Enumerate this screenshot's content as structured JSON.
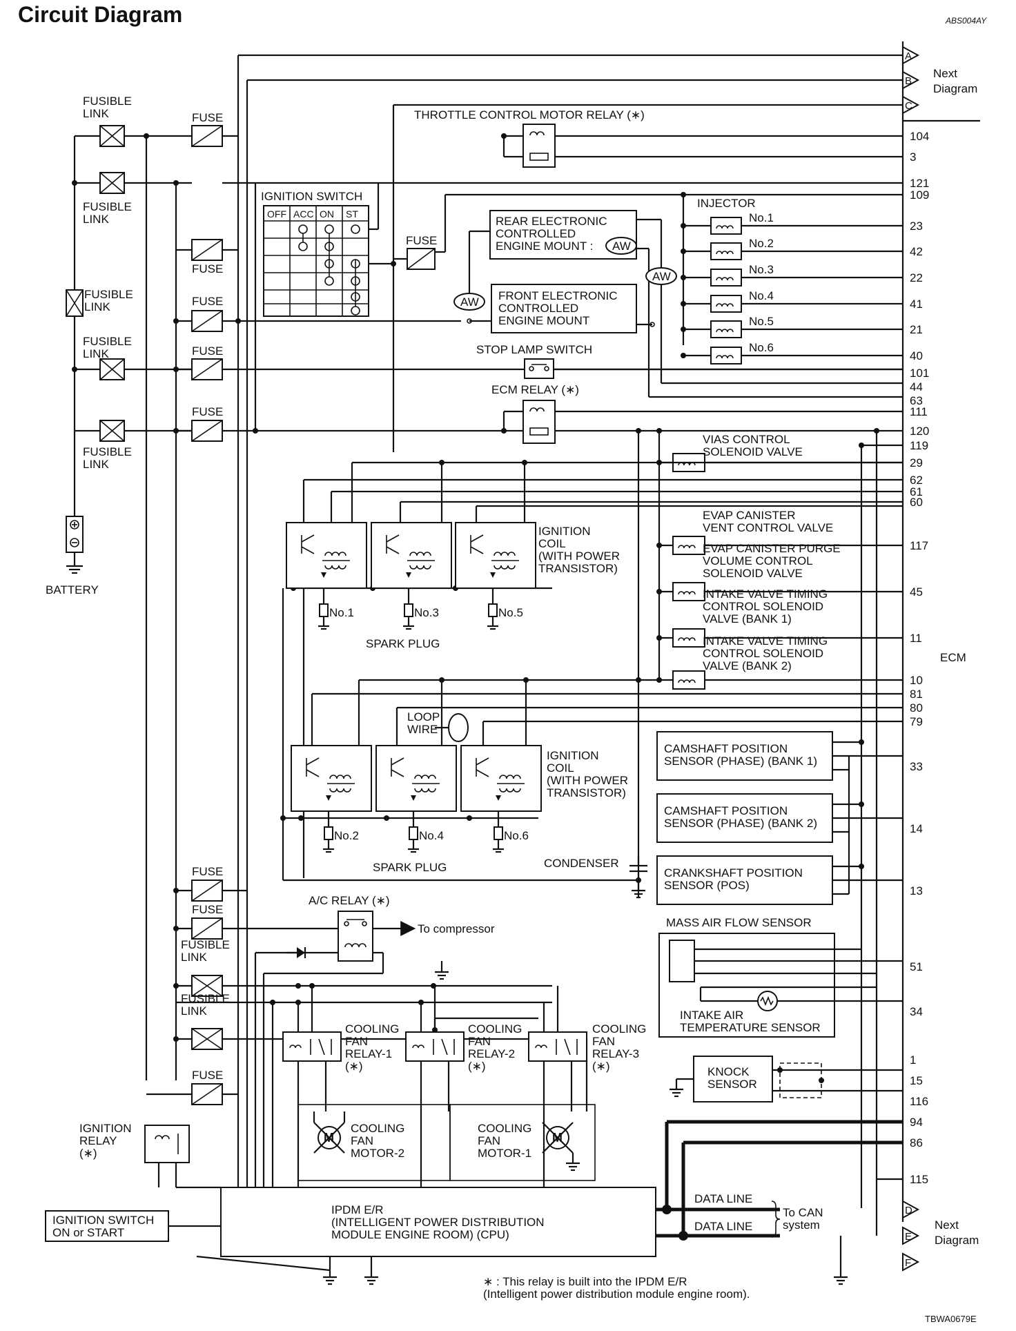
{
  "title": "Circuit Diagram",
  "doc_code": "ABS004AY",
  "fig_code": "TBWA0679E",
  "ecm_label": "ECM",
  "next_diagram": "Next\nDiagram",
  "connectors_top": [
    "A",
    "B",
    "C"
  ],
  "connectors_bottom": [
    "D",
    "E",
    "F"
  ],
  "ecm_pins": [
    "104",
    "3",
    "121",
    "109",
    "23",
    "42",
    "22",
    "41",
    "21",
    "40",
    "101",
    "44",
    "63",
    "111",
    "120",
    "119",
    "29",
    "62",
    "61",
    "60",
    "117",
    "45",
    "11",
    "10",
    "81",
    "80",
    "79",
    "33",
    "14",
    "13",
    "51",
    "34",
    "1",
    "15",
    "116",
    "94",
    "86",
    "115"
  ],
  "labels": {
    "fusible_link": "FUSIBLE\nLINK",
    "fuse": "FUSE",
    "battery": "BATTERY",
    "throttle_relay": "THROTTLE CONTROL MOTOR RELAY (∗)",
    "ignition_switch": "IGNITION SWITCH",
    "sw_positions": [
      "OFF",
      "ACC",
      "ON",
      "ST"
    ],
    "rear_mount": "REAR ELECTRONIC\nCONTROLLED\nENGINE MOUNT :",
    "front_mount": "FRONT ELECTRONIC\nCONTROLLED\nENGINE MOUNT",
    "aw": "AW",
    "injector": "INJECTOR",
    "injector_nos": [
      "No.1",
      "No.2",
      "No.3",
      "No.4",
      "No.5",
      "No.6"
    ],
    "stop_lamp": "STOP LAMP SWITCH",
    "ecm_relay": "ECM RELAY (∗)",
    "vias": "VIAS CONTROL\nSOLENOID VALVE",
    "evap_vent": "EVAP CANISTER\nVENT CONTROL VALVE",
    "evap_purge": "EVAP CANISTER PURGE\nVOLUME CONTROL\nSOLENOID VALVE",
    "ivt_b1": "INTAKE VALVE TIMING\nCONTROL SOLENOID\nVALVE (BANK 1)",
    "ivt_b2": "INTAKE VALVE TIMING\nCONTROL SOLENOID\nVALVE (BANK 2)",
    "ign_coil": "IGNITION\nCOIL\n(WITH POWER\nTRANSISTOR)",
    "spark_plug": "SPARK PLUG",
    "plugs_top": [
      "No.1",
      "No.3",
      "No.5"
    ],
    "plugs_bot": [
      "No.2",
      "No.4",
      "No.6"
    ],
    "loop_wire": "LOOP\nWIRE",
    "condenser": "CONDENSER",
    "cmp_b1": "CAMSHAFT POSITION\nSENSOR (PHASE) (BANK 1)",
    "cmp_b2": "CAMSHAFT POSITION\nSENSOR (PHASE) (BANK 2)",
    "ckp": "CRANKSHAFT POSITION\nSENSOR (POS)",
    "maf": "MASS AIR FLOW SENSOR",
    "iat": "INTAKE AIR\nTEMPERATURE SENSOR",
    "knock": "KNOCK\nSENSOR",
    "ac_relay": "A/C RELAY (∗)",
    "to_compressor": "To compressor",
    "fan_relay_1": "COOLING\nFAN\nRELAY-1\n(∗)",
    "fan_relay_2": "COOLING\nFAN\nRELAY-2\n(∗)",
    "fan_relay_3": "COOLING\nFAN\nRELAY-3\n(∗)",
    "fan_motor_2": "COOLING\nFAN\nMOTOR-2",
    "fan_motor_1": "COOLING\nFAN\nMOTOR-1",
    "ign_relay": "IGNITION\nRELAY\n(∗)",
    "ign_sw_on": "IGNITION SWITCH\nON or START",
    "ipdm": "IPDM E/R\n(INTELLIGENT POWER DISTRIBUTION\nMODULE ENGINE ROOM) (CPU)",
    "data_line": "DATA LINE",
    "to_can": "To CAN\nsystem",
    "motor": "M",
    "footnote": "∗ : This relay is built into the IPDM E/R\n(Intelligent power distribution module engine room)."
  }
}
